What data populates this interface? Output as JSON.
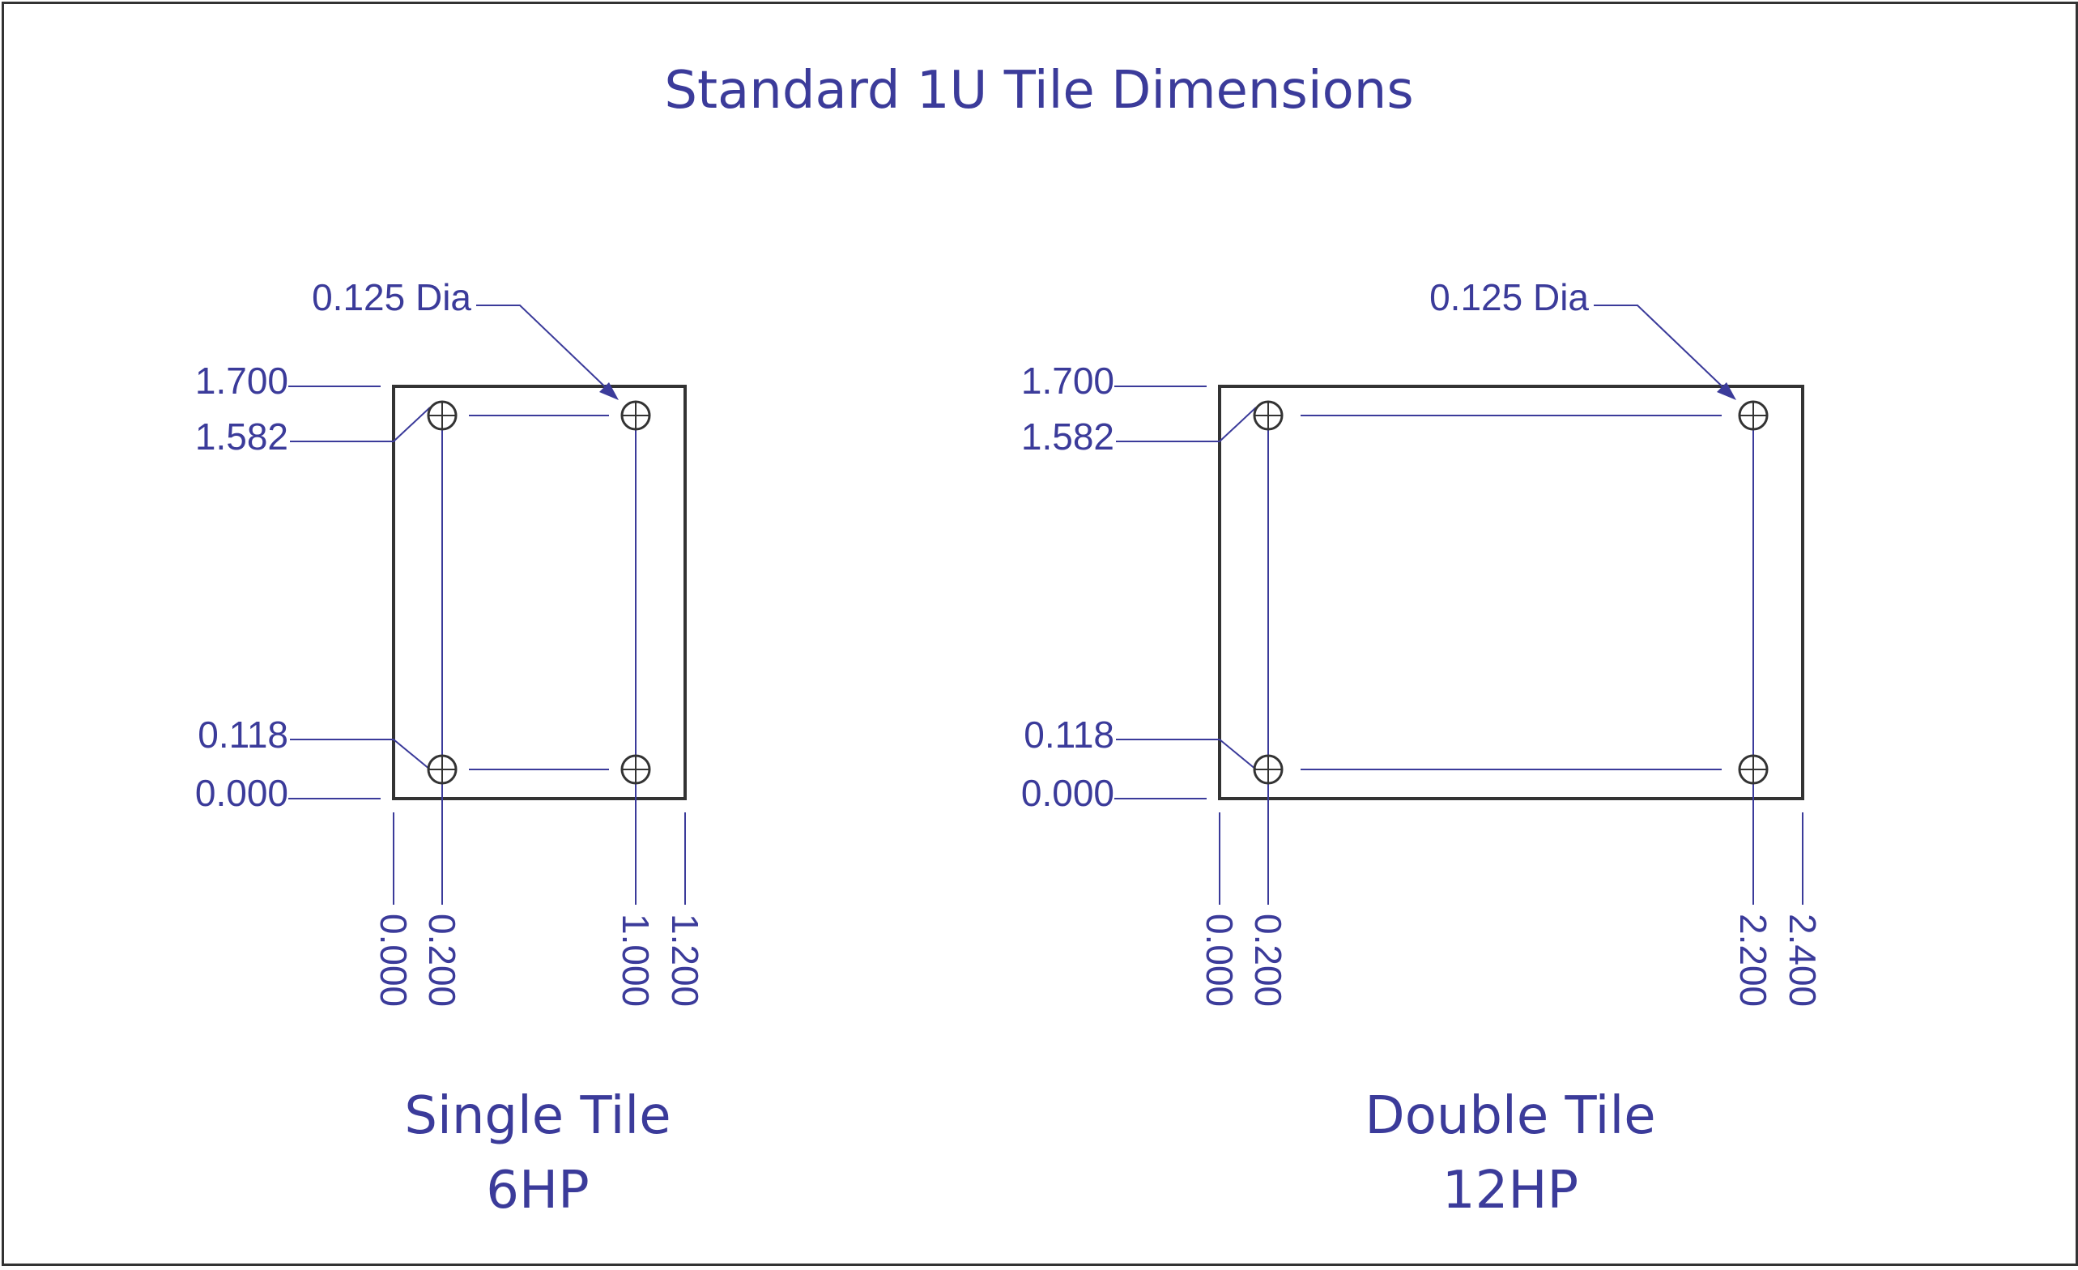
{
  "title": "Standard 1U Tile Dimensions",
  "colors": {
    "text": "#3b3b9a",
    "dim_line": "#3b3b9a",
    "outline": "#333333",
    "background": "#ffffff"
  },
  "tiles": [
    {
      "id": "single",
      "caption_line1": "Single Tile",
      "caption_line2": "6HP",
      "width": 1.2,
      "height": 1.7,
      "hole_callout": "0.125 Dia",
      "y_labels": [
        "1.700",
        "1.582",
        "0.118",
        "0.000"
      ],
      "x_labels": [
        "0.000",
        "0.200",
        "1.000",
        "1.200"
      ]
    },
    {
      "id": "double",
      "caption_line1": "Double Tile",
      "caption_line2": "12HP",
      "width": 2.4,
      "height": 1.7,
      "hole_callout": "0.125 Dia",
      "y_labels": [
        "1.700",
        "1.582",
        "0.118",
        "0.000"
      ],
      "x_labels": [
        "0.000",
        "0.200",
        "2.200",
        "2.400"
      ]
    }
  ]
}
